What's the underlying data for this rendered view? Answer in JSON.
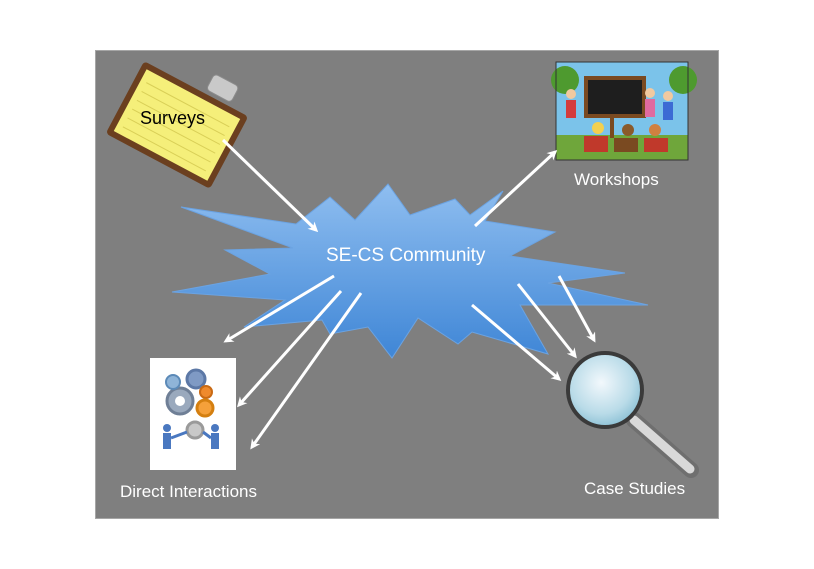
{
  "diagram": {
    "center_label": "SE-CS Community",
    "nodes": [
      {
        "id": "surveys",
        "label": "Surveys",
        "icon": "clipboard-icon"
      },
      {
        "id": "workshops",
        "label": "Workshops",
        "icon": "workshop-cartoon-image"
      },
      {
        "id": "direct_interactions",
        "label": "Direct Interactions",
        "icon": "gears-people-image"
      },
      {
        "id": "case_studies",
        "label": "Case Studies",
        "icon": "magnifying-glass-icon"
      }
    ]
  },
  "colors": {
    "background": "#7f7f7f",
    "burst_top": "#8fbef0",
    "burst_bottom": "#3f86d6",
    "arrow": "#ffffff",
    "clipboard": "#f5ef7a",
    "board": "#7a4a21"
  }
}
